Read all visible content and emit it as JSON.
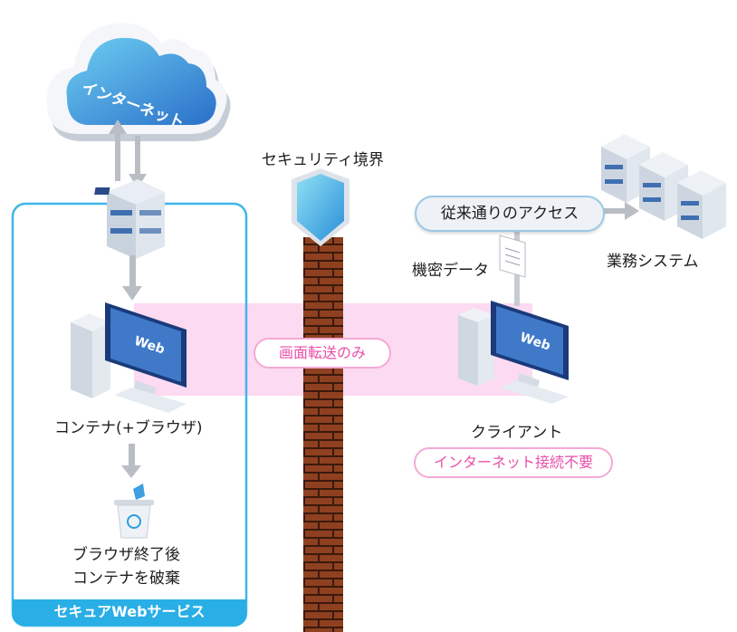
{
  "cloud": {
    "label": "インターネット",
    "icon": "cloud-icon"
  },
  "security_boundary": {
    "label": "セキュリティ境界",
    "icon": "shield-icon"
  },
  "legacy_access": {
    "label": "従来通りのアクセス"
  },
  "business_systems": {
    "label": "業務システム",
    "icon": "server-stack-icon"
  },
  "confidential_data": {
    "label": "機密データ",
    "icon": "document-icon"
  },
  "screen_transfer": {
    "label": "画面転送のみ"
  },
  "container": {
    "label": "コンテナ(+ブラウザ)",
    "screen_text": "Web"
  },
  "client": {
    "label": "クライアント",
    "screen_text": "Web"
  },
  "no_internet": {
    "label": "インターネット接続不要"
  },
  "discard": {
    "line1": "ブラウザ終了後",
    "line2": "コンテナを破棄",
    "icon": "recycle-bin-icon"
  },
  "service": {
    "label": "セキュアWebサービス"
  },
  "colors": {
    "frame": "#3fb6e8",
    "pink": "#f4a9d6",
    "brick": "#8b3a1e"
  }
}
